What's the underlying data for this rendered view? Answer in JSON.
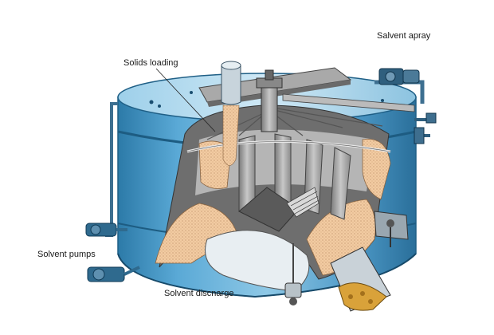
{
  "labels": {
    "solids_loading": "Solids loading",
    "solvent_spray": "Salvent apray",
    "solvent_pumps": "Solvent pumps",
    "solvent_discharge": "Solvent discnarge"
  },
  "colors": {
    "tank_blue": "#3f8fbe",
    "tank_light": "#8ec8e6",
    "tank_dark": "#1f5f86",
    "solids": "#f0c8a0",
    "interior_gray": "#9a9a9a",
    "pipe": "#4a7fa0"
  }
}
